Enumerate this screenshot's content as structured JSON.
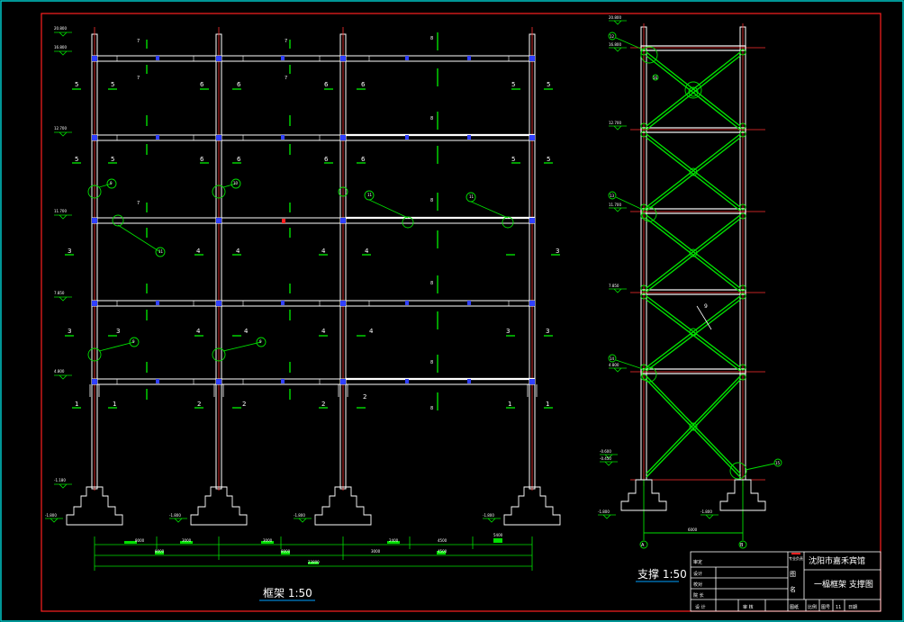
{
  "frame_view": {
    "title": "框架 1:50",
    "elevations": [
      "20.800",
      "16.800",
      "12.700",
      "11.700",
      "7.850",
      "4.800",
      "-1.180"
    ],
    "foundation_levels": [
      "-1.800",
      "-1.800",
      "-1.800",
      "-1.800"
    ],
    "dimension_top": [
      "8000",
      "3000",
      "3000",
      "2400",
      "4500",
      "5400"
    ],
    "dimension_mid": [
      "8000",
      "8000",
      "3000",
      "4500"
    ],
    "dimension_total": "23800",
    "member_numbers": {
      "floor5": [
        "5",
        "5",
        "6",
        "6",
        "6",
        "6",
        "5",
        "5"
      ],
      "floor4": [
        "5",
        "5",
        "6",
        "6",
        "6",
        "6",
        "5",
        "5"
      ],
      "floor3": [
        "3",
        "4",
        "4",
        "4",
        "4",
        "3"
      ],
      "floor2": [
        "3",
        "3",
        "4",
        "4",
        "4",
        "4",
        "3",
        "3"
      ],
      "floor1": [
        "1",
        "1",
        "2",
        "2",
        "2",
        "2",
        "1",
        "1"
      ],
      "beam_top": [
        "7",
        "7",
        "7",
        "7",
        "7",
        "8",
        "8",
        "8",
        "8",
        "8",
        "8"
      ]
    },
    "callouts": [
      "9",
      "10",
      "9",
      "9",
      "11",
      "11",
      "11"
    ]
  },
  "bracing_view": {
    "title": "支撑 1:50",
    "elevations": [
      "20.800",
      "16.800",
      "12.700",
      "11.700",
      "7.850",
      "4.800",
      "-0.600",
      "-0.450",
      "-1.800",
      "-1.800"
    ],
    "span": "6000",
    "axis_labels": [
      "A",
      "B"
    ],
    "brace_label": "9",
    "callouts": [
      "12",
      "13",
      "14",
      "15",
      "16"
    ]
  },
  "title_block": {
    "school": "沈阳市嘉禾宾馆",
    "drawing": "一榀框架  支撑图",
    "row_labels": [
      "专业负责",
      "审定",
      "设计",
      "校对",
      "院 长"
    ],
    "bottom_labels": [
      "设 计",
      "审 核",
      "图纸",
      "比例",
      "图号",
      "11",
      "日期"
    ],
    "side_labels": [
      "图",
      "名"
    ]
  }
}
